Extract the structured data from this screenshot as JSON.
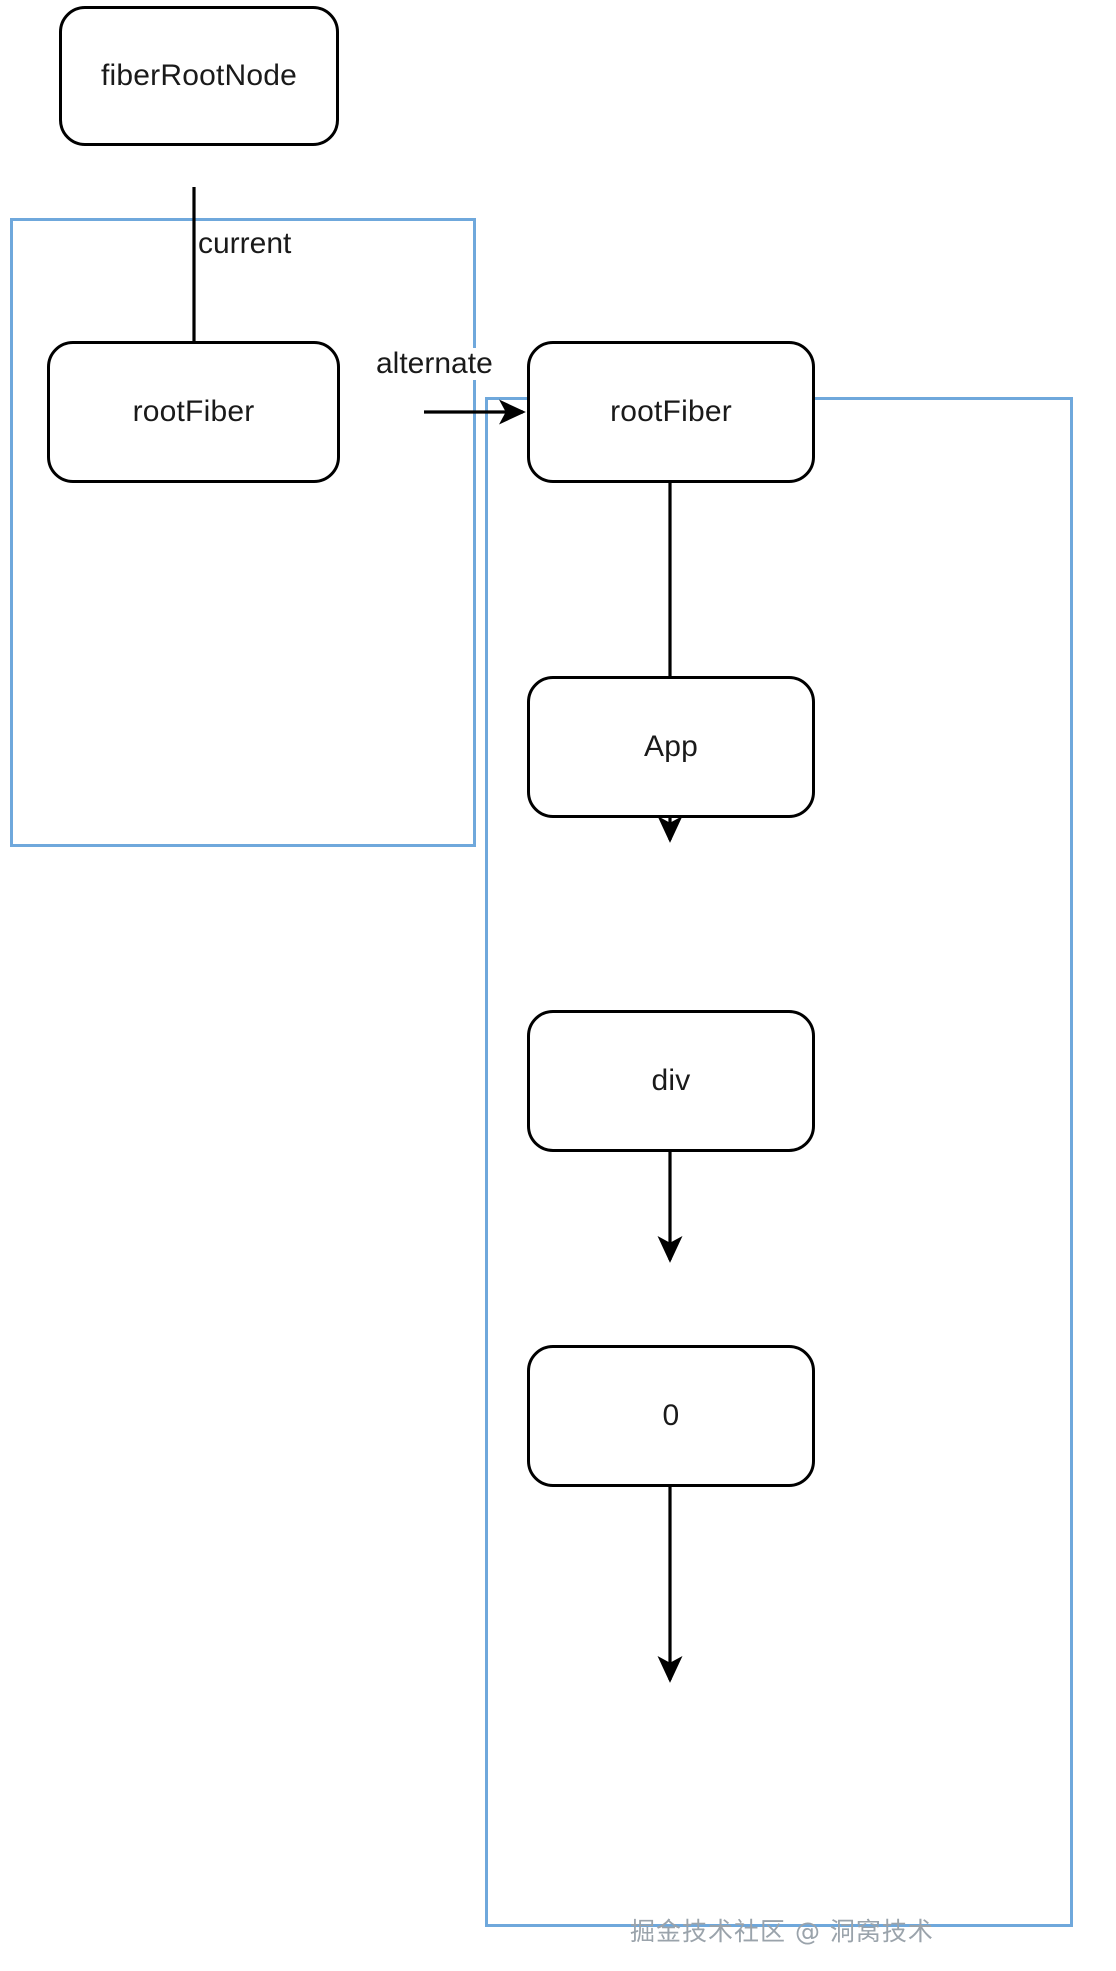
{
  "diagram": {
    "title": "React Fiber double buffering structure",
    "colors": {
      "group_border": "#6fa8dc",
      "node_border": "#000000",
      "edge": "#000000",
      "text": "#1a1a1a",
      "watermark": "#9aa3ab",
      "background": "#ffffff"
    },
    "groups": [
      {
        "id": "current-tree",
        "label": ""
      },
      {
        "id": "workinprogress-tree",
        "label": ""
      }
    ],
    "nodes": [
      {
        "id": "fiberRootNode",
        "label": "fiberRootNode"
      },
      {
        "id": "rootFiber-current",
        "label": "rootFiber"
      },
      {
        "id": "rootFiber-wip",
        "label": "rootFiber"
      },
      {
        "id": "app",
        "label": "App"
      },
      {
        "id": "div",
        "label": "div"
      },
      {
        "id": "zero",
        "label": "0"
      }
    ],
    "edges": [
      {
        "id": "edge-current",
        "from": "fiberRootNode",
        "to": "rootFiber-current",
        "label": "current"
      },
      {
        "id": "edge-alternate",
        "from": "rootFiber-current",
        "to": "rootFiber-wip",
        "label": "alternate"
      },
      {
        "id": "edge-wip-app",
        "from": "rootFiber-wip",
        "to": "app",
        "label": ""
      },
      {
        "id": "edge-app-div",
        "from": "app",
        "to": "div",
        "label": ""
      },
      {
        "id": "edge-div-zero",
        "from": "div",
        "to": "zero",
        "label": ""
      }
    ],
    "watermark": "掘金技术社区 @ 洞窝技术"
  }
}
